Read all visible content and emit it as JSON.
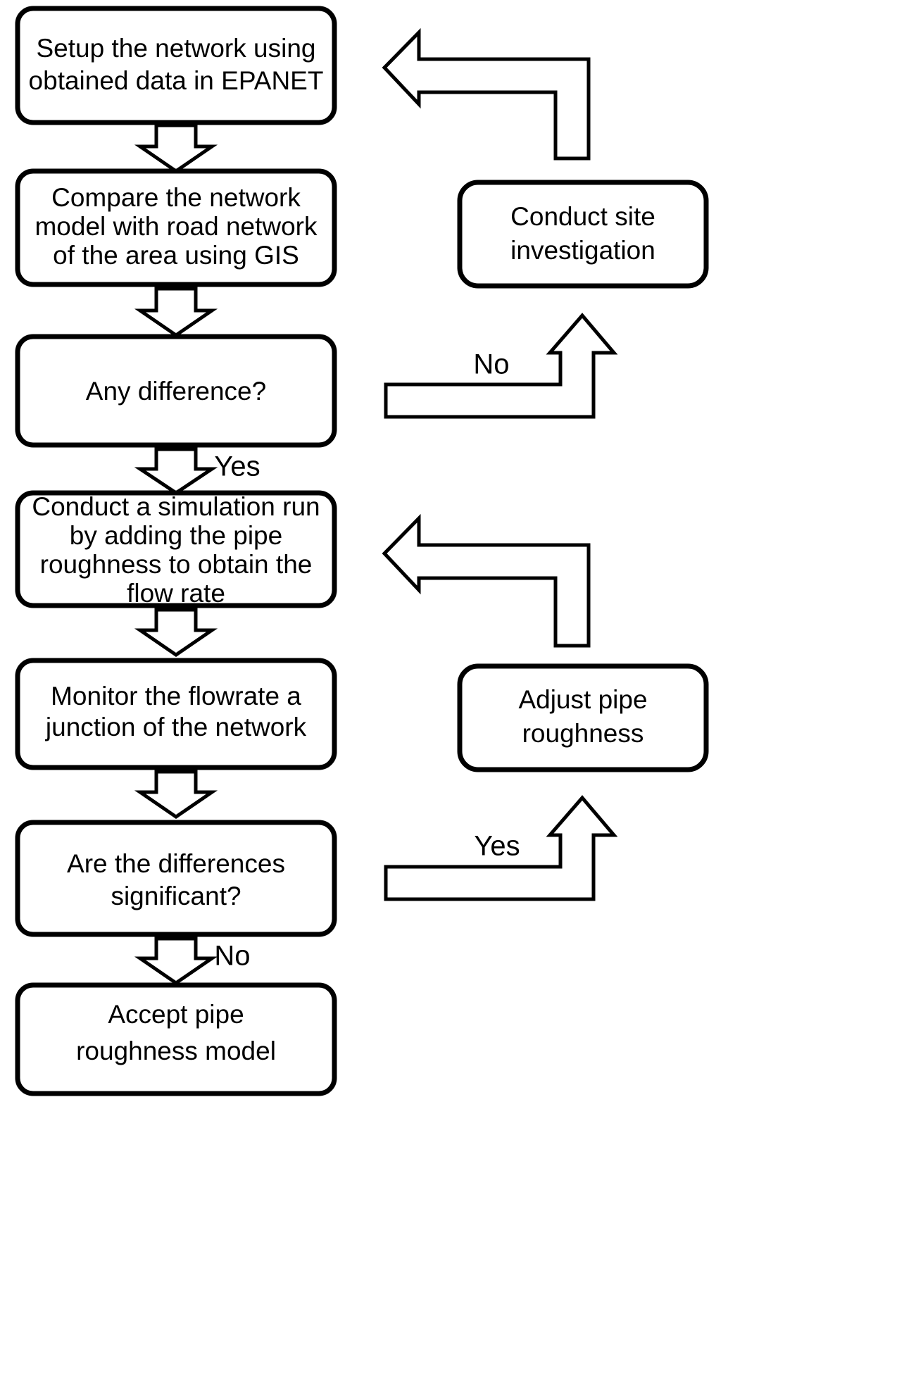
{
  "diagram": {
    "title": "Pipe roughness model calibration flowchart",
    "colors": {
      "stroke": "#000000",
      "fill": "#ffffff",
      "text": "#000000"
    },
    "nodes": {
      "setup_network": {
        "id": "setup-network",
        "lines": [
          "Setup the network using",
          "obtained data in EPANET"
        ]
      },
      "compare_network": {
        "id": "compare-network",
        "lines": [
          "Compare the network",
          "model with road network",
          "of the area using GIS"
        ]
      },
      "any_difference": {
        "id": "any-difference",
        "lines": [
          "Any difference?"
        ]
      },
      "simulation_run": {
        "id": "simulation-run",
        "lines": [
          "Conduct a simulation  run",
          "by adding the pipe",
          "roughness  to obtain the",
          "flow rate"
        ]
      },
      "monitor_flowrate": {
        "id": "monitor-flowrate",
        "lines": [
          "Monitor  the flowrate  a",
          "junction  of the network"
        ]
      },
      "differences_significant": {
        "id": "differences-significant",
        "lines": [
          "Are the differences",
          "significant?"
        ]
      },
      "accept_model": {
        "id": "accept-model",
        "lines": [
          "Accept pipe",
          "roughness model"
        ]
      },
      "conduct_site_investigation": {
        "id": "conduct-site-investigation",
        "lines": [
          "Conduct site",
          "investigation"
        ]
      },
      "adjust_pipe_roughness": {
        "id": "adjust-pipe-roughness",
        "lines": [
          "Adjust pipe",
          "roughness"
        ]
      }
    },
    "edge_labels": {
      "any_difference_yes": "Yes",
      "any_difference_no": "No",
      "significant_no": "No",
      "significant_yes": "Yes"
    }
  }
}
